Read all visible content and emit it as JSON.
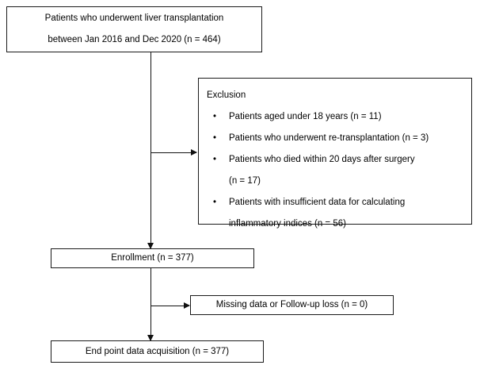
{
  "diagram": {
    "type": "patient-flow-diagram",
    "boxes": {
      "enrolled": {
        "text": "Patients who underwent liver transplantation\nbetween Jan 2016 and Dec 2020 (n = 464)"
      },
      "exclusion": {
        "title": "Exclusion",
        "bullet_glyph": "•",
        "items": [
          "Patients aged under 18 years (n = 11)",
          "Patients who underwent re-transplantation (n = 3)",
          "Patients who died within 20 days after surgery\n(n = 17)",
          "Patients with insufficient data for calculating\ninflammatory indices (n = 56)"
        ]
      },
      "enrollment": {
        "text": "Enrollment (n = 377)"
      },
      "missing": {
        "text": "Missing data or Follow-up loss (n = 0)"
      },
      "endpoint": {
        "text": "End point data acquisition (n = 377)"
      }
    },
    "counts": {
      "screened": 464,
      "excluded_under_18": 11,
      "excluded_re_transplantation": 3,
      "excluded_died_within_20_days": 17,
      "excluded_insufficient_data": 56,
      "enrolled": 377,
      "missing_or_lost": 0,
      "endpoint_acquired": 377
    },
    "colors": {
      "stroke": "#1a1a1a",
      "background": "#ffffff",
      "text": "#000000"
    }
  }
}
